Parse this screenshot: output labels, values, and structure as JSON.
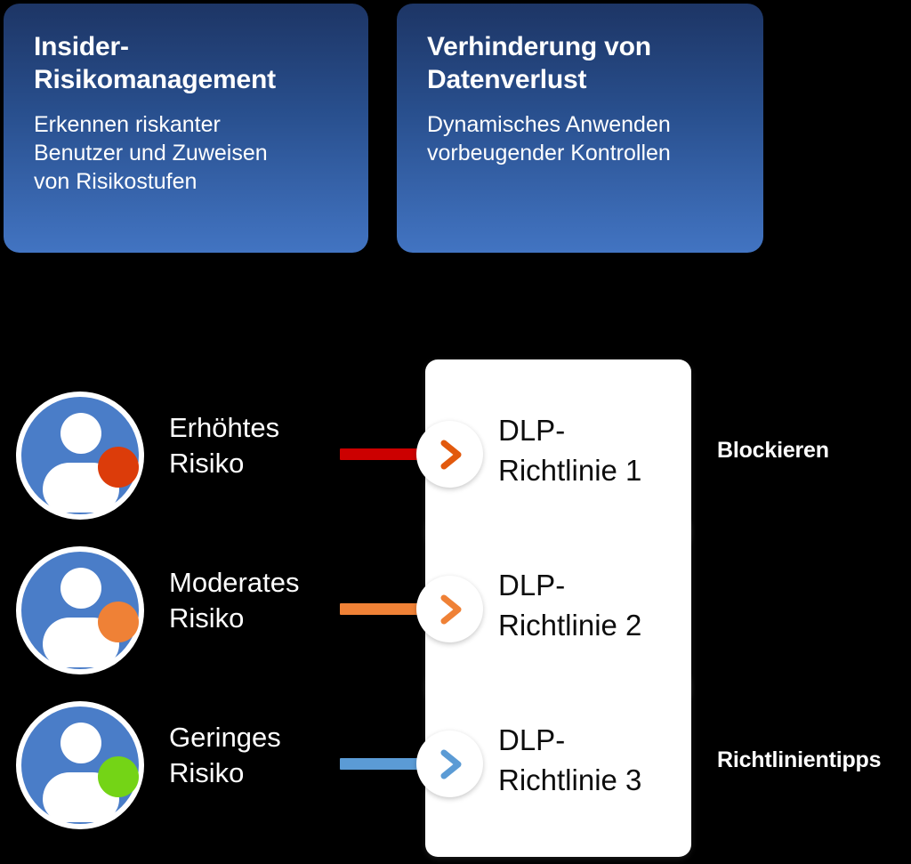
{
  "features": [
    {
      "id": "insider-risk-management",
      "title": "Insider-\nRisikomanagement",
      "description": "Erkennen riskanter\nBenutzer und Zuweisen\nvon Risikostufen"
    },
    {
      "id": "data-loss-prevention",
      "title": "Verhinderung von\nDatenverlust",
      "description": "Dynamisches Anwenden\nvorbeugender Kontrollen"
    }
  ],
  "flows": [
    {
      "risk_label": "Erhöhtes\nRisiko",
      "badge_color": "#dc3c0a",
      "line_color": "#cc0000",
      "chevron_color": "#e2590d",
      "policy": "DLP-\nRichtlinie 1",
      "action": "Blockieren",
      "avatar_color": "#4a7dc8",
      "icon": "person-avatar-icon"
    },
    {
      "risk_label": "Moderates\nRisiko",
      "badge_color": "#ef8136",
      "line_color": "#ef8136",
      "chevron_color": "#ef8136",
      "policy": "DLP-\nRichtlinie 2",
      "action": "",
      "avatar_color": "#4a7dc8",
      "icon": "person-avatar-icon"
    },
    {
      "risk_label": "Geringes\nRisiko",
      "badge_color": "#74d416",
      "line_color": "#5b9bd5",
      "chevron_color": "#5b9bd5",
      "policy": "DLP-\nRichtlinie 3",
      "action": "Richtlinientipps",
      "avatar_color": "#4a7dc8",
      "icon": "person-avatar-icon"
    }
  ],
  "colors": {
    "background": "#000000",
    "card_gradient_top": "#1d3565",
    "card_gradient_bottom": "#4274c2",
    "policy_card_bg": "#ffffff",
    "text_on_dark": "#ffffff",
    "text_on_light": "#0d0d0d"
  }
}
